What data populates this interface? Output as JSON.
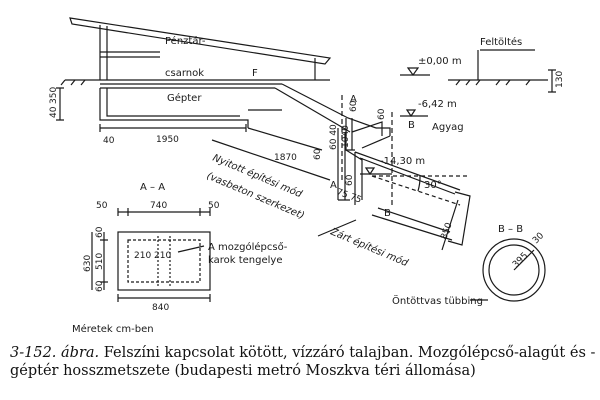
{
  "drawing": {
    "labels": {
      "penztar": "Pénztár-",
      "csarnok": "csarnok",
      "gepter": "Gépter",
      "f": "F",
      "feltoltes": "Feltöltés",
      "elev_0": "±0,00 m",
      "elev_642": "-6,42 m",
      "elev_1430": "-14,30 m",
      "agyag": "Agyag",
      "sec_a_top": "A",
      "sec_a_bot": "A",
      "sec_b_top": "B",
      "sec_b_bot": "B",
      "angle": "30°",
      "nyitott": "Nyitott építési mód",
      "vasbeton": "(vasbeton szerkezet)",
      "zart": "Zárt építési mód",
      "mozgolepcso_1": "A mozgólépcső-",
      "mozgolepcso_2": "karok tengelye",
      "ontottvas": "Öntöttvas tübbing",
      "meretek": "Méretek cm-ben",
      "aa_title": "A – A",
      "bb_title": "B – B"
    },
    "dims": {
      "d130": "130",
      "d40": "40",
      "d350": "350",
      "d1950": "1950",
      "d1870": "1870",
      "d60a": "60",
      "d60b": "60",
      "d1040": "1040",
      "d6040": "60 40",
      "d60c": "60",
      "d7575": "75 75",
      "d60d": "60",
      "d850": "850",
      "aa_50a": "50",
      "aa_740": "740",
      "aa_50b": "50",
      "aa_60a": "60",
      "aa_630": "630",
      "aa_510": "510",
      "aa_60b": "60",
      "aa_210a": "210",
      "aa_210b": "210",
      "aa_840": "840",
      "bb_395": "395",
      "bb_30": "30"
    }
  },
  "caption": {
    "number": "3-152. ábra.",
    "text": "Felszíni kapcsolat kötött, vízzáró talajban. Mozgólépcső-alagút és -géptér hosszmetszete (budapesti metró Moszkva téri állomása)"
  }
}
